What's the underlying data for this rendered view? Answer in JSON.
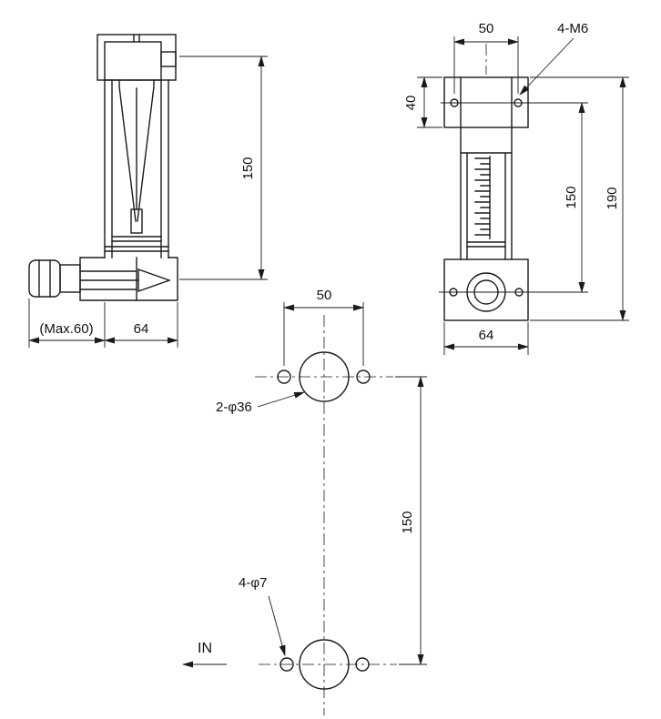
{
  "views": {
    "side": {
      "dim_tube_length": "150",
      "dim_valve_extension": "(Max.60)",
      "dim_body_width": "64"
    },
    "front": {
      "dim_bolt_spacing": "50",
      "label_bolt_holes": "4-M6",
      "dim_cap_height": "40",
      "dim_port_to_top": "150",
      "dim_overall_height": "190",
      "dim_body_width": "64"
    },
    "plan": {
      "dim_hole_spacing": "50",
      "label_port_diameter": "2-φ36",
      "label_mount_holes": "4-φ7",
      "dim_port_spacing": "150",
      "label_flow_inlet": "IN"
    }
  },
  "colors": {
    "line": "#1a1a1a",
    "background": "#ffffff"
  }
}
